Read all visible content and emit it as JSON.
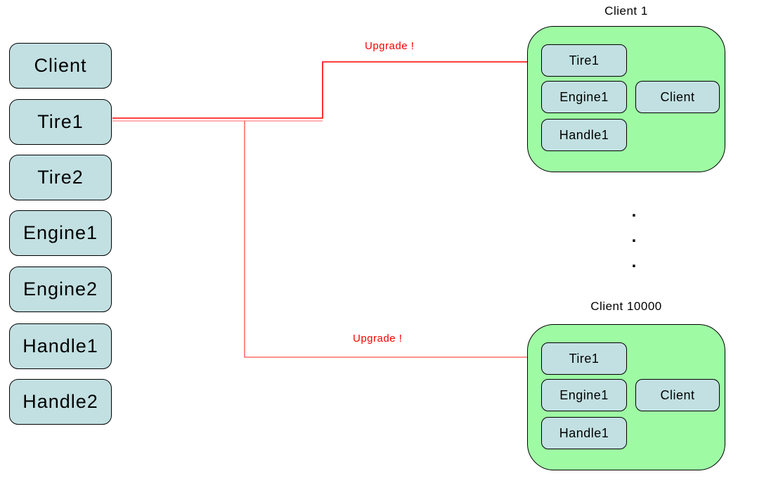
{
  "left_panel": {
    "items": [
      {
        "label": "Client"
      },
      {
        "label": "Tire1"
      },
      {
        "label": "Tire2"
      },
      {
        "label": "Engine1"
      },
      {
        "label": "Engine2"
      },
      {
        "label": "Handle1"
      },
      {
        "label": "Handle2"
      }
    ]
  },
  "clients": [
    {
      "title": "Client 1",
      "components": [
        {
          "label": "Tire1"
        },
        {
          "label": "Engine1"
        },
        {
          "label": "Handle1"
        }
      ],
      "owner": {
        "label": "Client"
      }
    },
    {
      "title": "Client 10000",
      "components": [
        {
          "label": "Tire1"
        },
        {
          "label": "Engine1"
        },
        {
          "label": "Handle1"
        }
      ],
      "owner": {
        "label": "Client"
      }
    }
  ],
  "arrows": [
    {
      "label": "Upgrade !",
      "from": "Tire1",
      "to": "Client 1 / Tire1"
    },
    {
      "label": "Upgrade !",
      "from": "Tire1",
      "to": "Client 10000 / Tire1"
    }
  ],
  "ellipsis": {
    "dots": [
      ".",
      ".",
      "."
    ]
  },
  "colors": {
    "component_fill": "#c2e0e2",
    "client_fill": "#9efba4",
    "border": "#000000",
    "arrow_red": "#ff0000",
    "arrow_light_red": "#ff7f7f",
    "label_red": "#ff0000"
  }
}
